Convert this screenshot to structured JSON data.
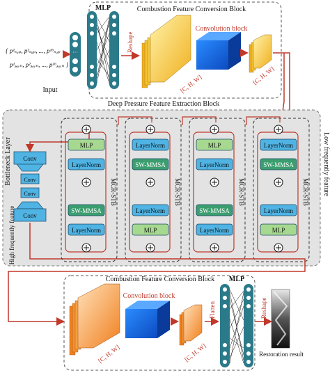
{
  "colors": {
    "cyan_block": "#4fb3e3",
    "green_block": "#3c9e6f",
    "light_green": "#a6d98f",
    "yellow_block": "#f0c040",
    "orange_block": "#f0a040",
    "blue_cube": "#1e6fe8",
    "arrow_red": "#c0392b",
    "gray_panel": "#e3e3e3"
  },
  "top_block": {
    "title": "Combustion Feature Conversion Block",
    "mlp_label": "MLP",
    "reshape_label": "Reshape",
    "conv_label": "Convolution block",
    "shape_label_1": "[C, H, W]",
    "shape_label_2": "[C, H, W]"
  },
  "input": {
    "line1": "{ p¹ₛᵤₚ, p²ₛᵤₚ, ..., p¹⁶ₛᵤₚ",
    "line2": "p¹ₔₒᵥₙ, p²ₔₒᵥₙ, ..., p¹⁶ₔₒᵥₙ }",
    "label": "Input"
  },
  "middle_block": {
    "title": "Deep Pressure Feature Extraction Block",
    "bottleneck_label": "Bottleneck Layer",
    "conv_labels": [
      "Conv",
      "Conv",
      "Conv",
      "Conv"
    ],
    "high_freq_label": "High frequently feature",
    "low_freq_label": "Low frequently feature",
    "stb_label": "MCR-STB",
    "stb_units": [
      {
        "top": "MLP",
        "mid": "LayerNorm",
        "attn": "SW-MMSA",
        "bottom": "LayerNorm"
      },
      {
        "top": "LayerNorm",
        "mid": "SW-MMSA",
        "attn": "LayerNorm",
        "bottom": "MLP"
      },
      {
        "top": "MLP",
        "mid": "LayerNorm",
        "attn": "SW-MMSA",
        "bottom": "LayerNorm"
      },
      {
        "top": "LayerNorm",
        "mid": "SW-MMSA",
        "attn": "LayerNorm",
        "bottom": "MLP"
      }
    ]
  },
  "bottom_block": {
    "title": "Combustion Feature Conversion Block",
    "conv_label": "Convolution block",
    "shape_label_1": "[C, H, W]",
    "shape_label_2": "[C, H, W]",
    "flatten_label": "Flatten",
    "mlp_label": "MLP",
    "reshape_label": "Reshape",
    "result_label": "Restoration result"
  }
}
